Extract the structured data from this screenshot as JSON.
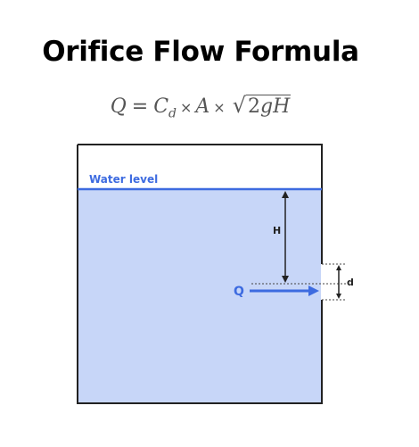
{
  "title": "Orifice Flow Formula",
  "formula": {
    "lhs": "Q",
    "equals": "=",
    "coefficient": "C",
    "coefficient_sub": "d",
    "times": "×",
    "area": "A",
    "sqrt_symbol": "√",
    "radicand_number": "2",
    "radicand_vars": "gH"
  },
  "diagram": {
    "water_level_label": "Water level",
    "head_label": "H",
    "diameter_label": "d",
    "flow_label": "Q",
    "colors": {
      "water": "#c7d6f8",
      "accent": "#3d6be0",
      "outline": "#222222"
    }
  }
}
